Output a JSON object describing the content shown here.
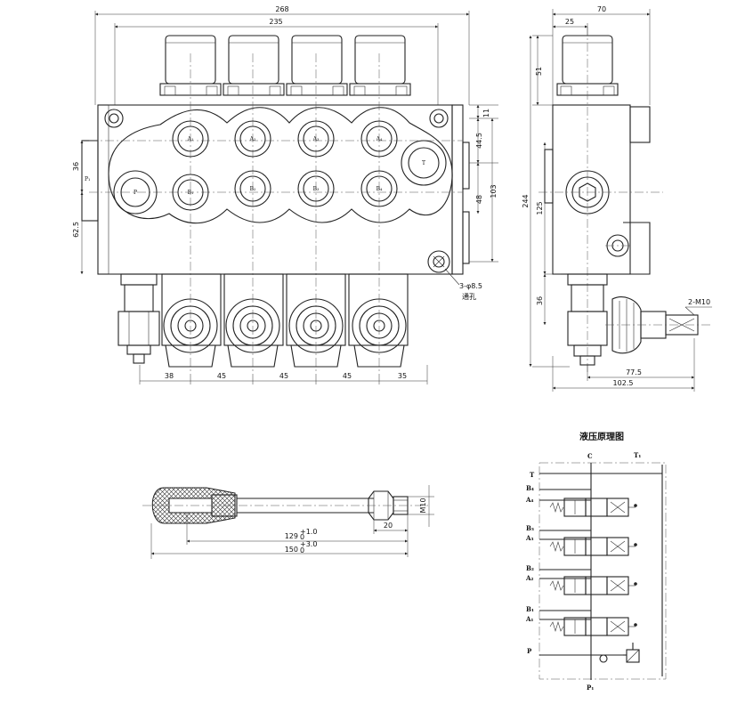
{
  "front_view": {
    "dims": {
      "overall_width": "268",
      "inner_width": "235",
      "left_36": "36",
      "left_62_5": "62.5",
      "right_11": "11",
      "right_44_5": "44.5",
      "right_48": "48",
      "right_103": "103",
      "bottom_38": "38",
      "bottom_45a": "45",
      "bottom_45b": "45",
      "bottom_45c": "45",
      "bottom_35": "35"
    },
    "ports": {
      "a1": "A₁",
      "a2": "A₂",
      "a3": "A₃",
      "a4": "A₄",
      "b1": "B₁",
      "b2": "B₂",
      "b3": "B₃",
      "b4": "B₄",
      "p": "P",
      "t": "T",
      "p1": "P₁"
    },
    "hole_note": "3-φ8.5",
    "hole_note2": "通孔"
  },
  "side_view": {
    "dims": {
      "top_70": "70",
      "top_25": "25",
      "left_51": "51",
      "left_244": "244",
      "left_125": "125",
      "left_36": "36",
      "thread": "2-M10",
      "bottom_77_5": "77.5",
      "bottom_102_5": "102.5"
    }
  },
  "handle_view": {
    "dims": {
      "d129": "129",
      "d129_tol": "+1.0",
      "d129_tol2": "0",
      "d150": "150",
      "d150_tol": "+3.0",
      "d150_tol2": "0",
      "d20": "20",
      "thread": "M10"
    }
  },
  "schematic": {
    "title": "液压原理图",
    "labels": {
      "t": "T",
      "c": "C",
      "t1": "T₁",
      "p": "P",
      "p1": "P₁",
      "b4": "B₄",
      "a4": "A₄",
      "b3": "B₃",
      "a3": "A₃",
      "b2": "B₂",
      "a2": "A₂",
      "b1": "B₁",
      "a1": "A₁"
    }
  }
}
